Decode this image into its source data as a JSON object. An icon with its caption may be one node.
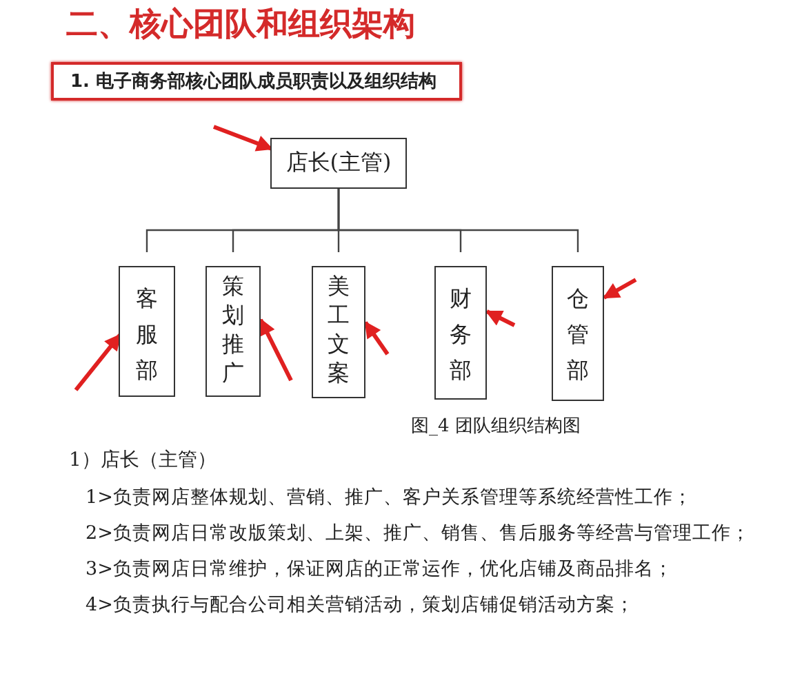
{
  "diagram": {
    "title": "二、核心团队和组织架构",
    "caption": "图_4 团队组织结构图",
    "nodes": [
      {
        "text": [
          "1. 电子商务部核心团队成员职责以及组织结构"
        ]
      },
      {
        "text": [
          "店长(主管)"
        ]
      },
      {
        "text": [
          "客服部"
        ]
      },
      {
        "text": [
          "策划推广"
        ]
      },
      {
        "text": [
          "美工文案"
        ]
      },
      {
        "text": [
          "财务部"
        ]
      },
      {
        "text": [
          "仓管部"
        ]
      }
    ],
    "edges": [
      {
        "from": 1,
        "to": 2,
        "arrow": "none",
        "color": "#444444"
      },
      {
        "from": 1,
        "to": 3,
        "arrow": "none",
        "color": "#444444"
      },
      {
        "from": 1,
        "to": 4,
        "arrow": "none",
        "color": "#444444"
      },
      {
        "from": 1,
        "to": 5,
        "arrow": "none",
        "color": "#444444"
      },
      {
        "from": 1,
        "to": 6,
        "arrow": "none",
        "color": "#444444"
      },
      {
        "from": null,
        "to": 1,
        "arrow": "to"
      },
      {
        "from": null,
        "to": 2,
        "arrow": "to"
      },
      {
        "from": null,
        "to": 3,
        "arrow": "to"
      },
      {
        "from": null,
        "to": 4,
        "arrow": "to"
      },
      {
        "from": null,
        "to": 5,
        "arrow": "to"
      },
      {
        "from": null,
        "to": 6,
        "arrow": "to"
      }
    ],
    "labels": [
      "1）店长（主管）",
      "1>负责网店整体规划、营销、推广、客户关系管理等系统经营性工作；",
      "2>负责网店日常改版策划、上架、推广、销售、售后服务等经营与管理工作；",
      "3>负责网店日常维护，保证网店的正常运作，优化店铺及商品排名；",
      "4>负责执行与配合公司相关营销活动，策划店铺促销活动方案；"
    ]
  }
}
